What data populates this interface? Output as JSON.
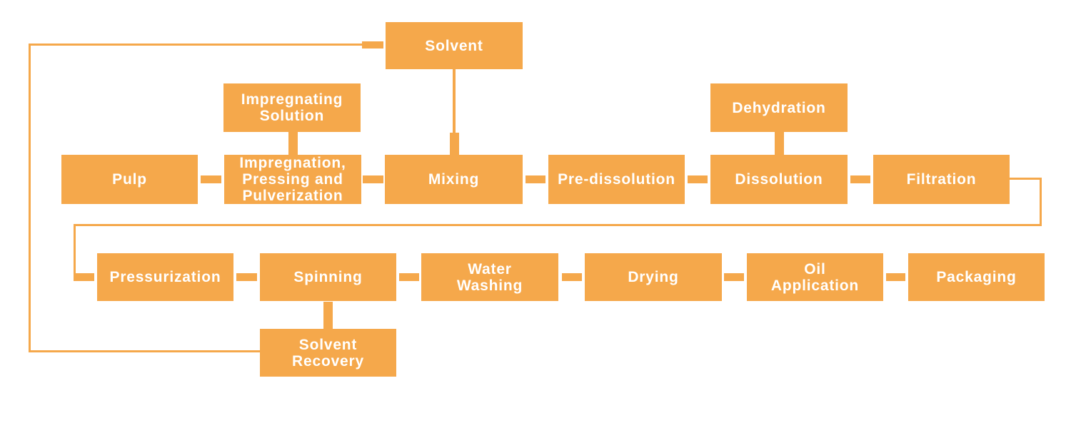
{
  "diagram": {
    "type": "process-flowchart",
    "accent_color": "#F5A84B",
    "text_color": "#FFFFFF",
    "background_color": "#FFFFFF",
    "nodes": {
      "solvent": {
        "label": "Solvent"
      },
      "impregnating_solution": {
        "label": "Impregnating\nSolution"
      },
      "dehydration": {
        "label": "Dehydration"
      },
      "pulp": {
        "label": "Pulp"
      },
      "impregnation_pressing_pulverization": {
        "label": "Impregnation,\nPressing and\nPulverization"
      },
      "mixing": {
        "label": "Mixing"
      },
      "pre_dissolution": {
        "label": "Pre-dissolution"
      },
      "dissolution": {
        "label": "Dissolution"
      },
      "filtration": {
        "label": "Filtration"
      },
      "pressurization": {
        "label": "Pressurization"
      },
      "spinning": {
        "label": "Spinning"
      },
      "water_washing": {
        "label": "Water\nWashing"
      },
      "drying": {
        "label": "Drying"
      },
      "oil_application": {
        "label": "Oil\nApplication"
      },
      "packaging": {
        "label": "Packaging"
      },
      "solvent_recovery": {
        "label": "Solvent\nRecovery"
      }
    },
    "connections": [
      {
        "from": "Pulp",
        "to": "Impregnation, Pressing and Pulverization"
      },
      {
        "from": "Impregnating Solution",
        "to": "Impregnation, Pressing and Pulverization"
      },
      {
        "from": "Impregnation, Pressing and Pulverization",
        "to": "Mixing"
      },
      {
        "from": "Solvent",
        "to": "Mixing"
      },
      {
        "from": "Mixing",
        "to": "Pre-dissolution"
      },
      {
        "from": "Pre-dissolution",
        "to": "Dissolution"
      },
      {
        "from": "Dehydration",
        "to": "Dissolution"
      },
      {
        "from": "Dissolution",
        "to": "Filtration"
      },
      {
        "from": "Filtration",
        "to": "Pressurization"
      },
      {
        "from": "Pressurization",
        "to": "Spinning"
      },
      {
        "from": "Spinning",
        "to": "Water Washing"
      },
      {
        "from": "Water Washing",
        "to": "Drying"
      },
      {
        "from": "Drying",
        "to": "Oil Application"
      },
      {
        "from": "Oil Application",
        "to": "Packaging"
      },
      {
        "from": "Spinning",
        "to": "Solvent Recovery"
      },
      {
        "from": "Solvent Recovery",
        "to": "Solvent"
      }
    ]
  }
}
